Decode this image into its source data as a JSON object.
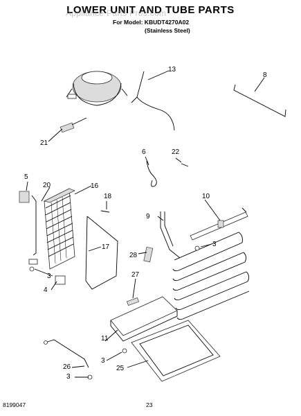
{
  "title": "LOWER UNIT AND TUBE PARTS",
  "model_line": "For Model: KBUDT4270A02",
  "finish_line": "(Stainless Steel)",
  "watermark": "Appliance Parts Pros.com",
  "footer": {
    "doc_number": "8199047",
    "page_number": "23"
  },
  "callouts": {
    "c13": "13",
    "c8": "8",
    "c21": "21",
    "c6": "6",
    "c22": "22",
    "c5": "5",
    "c20": "20",
    "c16": "16",
    "c18": "18",
    "c10": "10",
    "c9": "9",
    "c3a": "3",
    "c17": "17",
    "c28": "28",
    "c3b": "3",
    "c4": "4",
    "c27": "27",
    "c11": "11",
    "c3c": "3",
    "c26": "26",
    "c25": "25",
    "c3d": "3"
  }
}
